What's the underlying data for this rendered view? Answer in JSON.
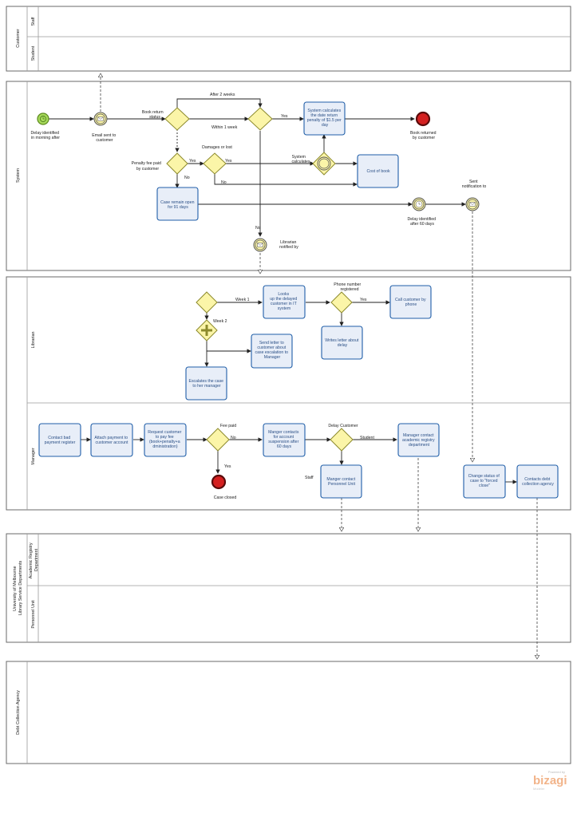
{
  "pools": {
    "customer": {
      "title": "Customer",
      "lanes": [
        "Staff",
        "Student"
      ]
    },
    "system": {
      "title": "System"
    },
    "library": {
      "lanes": [
        "Librarian",
        "Manager"
      ]
    },
    "university": {
      "title": "University of Melbourne Library Service Departments",
      "title_line1": "University of Melbourne",
      "title_line2": "Library Service Departments",
      "lanes": [
        "Academic Registry Department",
        "Personnel Unit"
      ],
      "lane1_line1": "Academic Registry",
      "lane1_line2": "Department"
    },
    "debt": {
      "title": "Debt Collection Agency"
    }
  },
  "events": {
    "delay_start": "Delay identified in morning after",
    "delay_start_l1": "Delay identified",
    "delay_start_l2": "in morning after",
    "email_sent": "Email sent to customer",
    "email_sent_l1": "Email sent to",
    "email_sent_l2": "customer",
    "book_returned": "Book returned by customer",
    "book_returned_l1": "Book returned",
    "book_returned_l2": "by customer",
    "delay_60": "Delay identified after 60 days",
    "delay_60_l1": "Delay identified",
    "delay_60_l2": "after 60 days",
    "sent_notification": "Sent notification to",
    "sent_notification_l1": "Sent",
    "sent_notification_l2": "notification to",
    "librarian_notified": "Librarian notified by",
    "librarian_notified_l1": "Librarian",
    "librarian_notified_l2": "notified by",
    "system_calculates": "System calculates",
    "system_calculates_l1": "System",
    "system_calculates_l2": "calculates",
    "case_closed": "Case closed"
  },
  "gateways": {
    "book_return_status": "Book return status",
    "book_return_status_l1": "Book return",
    "book_return_status_l2": "status",
    "penalty_paid": "Penalty fee paid by customer",
    "penalty_paid_l1": "Penalty fee paid",
    "penalty_paid_l2": "by customer",
    "damages": "Damages or lost",
    "phone_registered": "Phone number registered",
    "phone_registered_l1": "Phone number",
    "phone_registered_l2": "registered",
    "fee_paid": "Fee paid",
    "delay_customer": "Delay Customer"
  },
  "tasks": {
    "system_calculates_fee": [
      "System calculates",
      "the date return",
      "penalty of $1.5 per",
      "day"
    ],
    "cost_of_book": [
      "Cost of book"
    ],
    "case_remain_open": [
      "Case remain open",
      "for 91 days"
    ],
    "looks_up": [
      "Looks",
      "up the delayed",
      "customer in IT",
      "system"
    ],
    "call_customer": [
      "Call customer by",
      "phone"
    ],
    "writes_letter": [
      "Writes letter about",
      "delay"
    ],
    "send_letter": [
      "Send letter to",
      "customer about",
      "case escalation to",
      "Manager"
    ],
    "escalates": [
      "Escalates the case",
      "to her manager"
    ],
    "contact_bad_payment": [
      "Contact bad",
      "payment register"
    ],
    "attach_payment": [
      "Attach payment to",
      "customer account"
    ],
    "request_customer": [
      "Request customer",
      "to pay fee",
      "(book+penalty+a",
      "dministration)"
    ],
    "manager_contacts_suspension": [
      "Manger contacts",
      "for account",
      "suspension after",
      "60 days"
    ],
    "manager_contact_academic": [
      "Manager contact",
      "academic registry",
      "department"
    ],
    "manager_contact_personnel": [
      "Manger contact",
      "Personnel Unit"
    ],
    "change_status": [
      "Change status of",
      "case to \"forced",
      "close\""
    ],
    "contacts_debt": [
      "Contacts debt",
      "collection agency"
    ]
  },
  "flow_labels": {
    "after_2_weeks": "After 2 weeks",
    "within_1_week": "Within 1 week",
    "yes": "Yes",
    "no": "No",
    "week_1": "Week 1",
    "week_2": "Week 2",
    "staff": "Staff",
    "student": "Student"
  },
  "branding": {
    "powered_by": "Powered by",
    "name": "bizagi",
    "sub": "Modeler"
  },
  "colors": {
    "task_fill": "#e8eef8",
    "task_stroke": "#1f5ea8",
    "gateway_fill": "#fbf5a8",
    "start_event": "#9bd34a",
    "end_event": "#c01818",
    "brand": "#f2b48a"
  }
}
